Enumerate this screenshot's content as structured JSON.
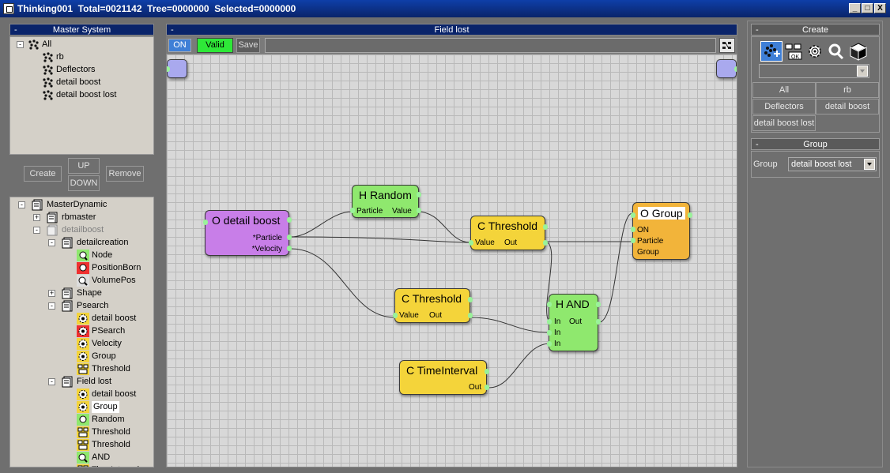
{
  "window": {
    "title": "Thinking001  Total=0021142  Tree=0000000  Selected=0000000",
    "min_label": "_",
    "max_label": "□",
    "close_label": "X"
  },
  "master_system": {
    "header": "Master System",
    "collapse": "-",
    "items": [
      "All",
      "rb",
      "Deflectors",
      "detail boost",
      "detail boost lost"
    ]
  },
  "buttons": {
    "create": "Create",
    "up": "UP",
    "down": "DOWN",
    "remove": "Remove"
  },
  "dynamic_tree": {
    "items": [
      {
        "label": "MasterDynamic",
        "expander": "-"
      },
      {
        "label": "rbmaster",
        "expander": "+"
      },
      {
        "label": "detailboost",
        "expander": "-"
      },
      {
        "label": "detailcreation",
        "expander": "-"
      },
      {
        "label": "Node"
      },
      {
        "label": "PositionBorn"
      },
      {
        "label": "VolumePos"
      },
      {
        "label": "Shape",
        "expander": "+"
      },
      {
        "label": "Psearch",
        "expander": "-"
      },
      {
        "label": "detail boost"
      },
      {
        "label": "PSearch"
      },
      {
        "label": "Velocity"
      },
      {
        "label": "Group"
      },
      {
        "label": "Threshold"
      },
      {
        "label": "Field lost",
        "expander": "-"
      },
      {
        "label": "detail boost"
      },
      {
        "label": "Group"
      },
      {
        "label": "Random"
      },
      {
        "label": "Threshold"
      },
      {
        "label": "Threshold"
      },
      {
        "label": "AND"
      },
      {
        "label": "TimeInterval"
      }
    ]
  },
  "field": {
    "header": "Field lost",
    "collapse": "-",
    "toolbar": {
      "on": "ON",
      "valid": "Valid",
      "save": "Save",
      "path": ""
    }
  },
  "nodes": {
    "detail_boost": {
      "title": "O detail boost",
      "p1": "*Particle",
      "p2": "*Velocity"
    },
    "h_random": {
      "title": "H Random",
      "p1": "Particle",
      "p2": "Value"
    },
    "c_threshold_1": {
      "title": "C Threshold",
      "p1": "Value",
      "p2": "Out"
    },
    "o_group": {
      "title": "O Group",
      "p1": "ON",
      "p2": "Particle",
      "p3": "Group"
    },
    "c_threshold_2": {
      "title": "C Threshold",
      "p1": "Value",
      "p2": "Out"
    },
    "h_and": {
      "title": "H AND",
      "p1": "In",
      "p2": "Out",
      "p3": "In",
      "p4": "In"
    },
    "c_timeinterval": {
      "title": "C TimeInterval",
      "p1": "Out"
    }
  },
  "create_panel": {
    "header": "Create",
    "collapse": "-",
    "icons": [
      "particle-add-icon",
      "operator-icon",
      "gear-icon",
      "wrench-icon",
      "cube-icon"
    ],
    "dropdown_value": "",
    "grid": [
      "All",
      "rb",
      "Deflectors",
      "detail boost",
      "detail boost lost"
    ]
  },
  "group_panel": {
    "header": "Group",
    "collapse": "-",
    "label": "Group",
    "value": "detail boost lost"
  },
  "colors": {
    "purple": "#c87ee8",
    "green": "#8fe86e",
    "yellow": "#f4d43a",
    "orange": "#f2b43a",
    "valid": "#2ee838",
    "on": "#3f7fd6"
  }
}
